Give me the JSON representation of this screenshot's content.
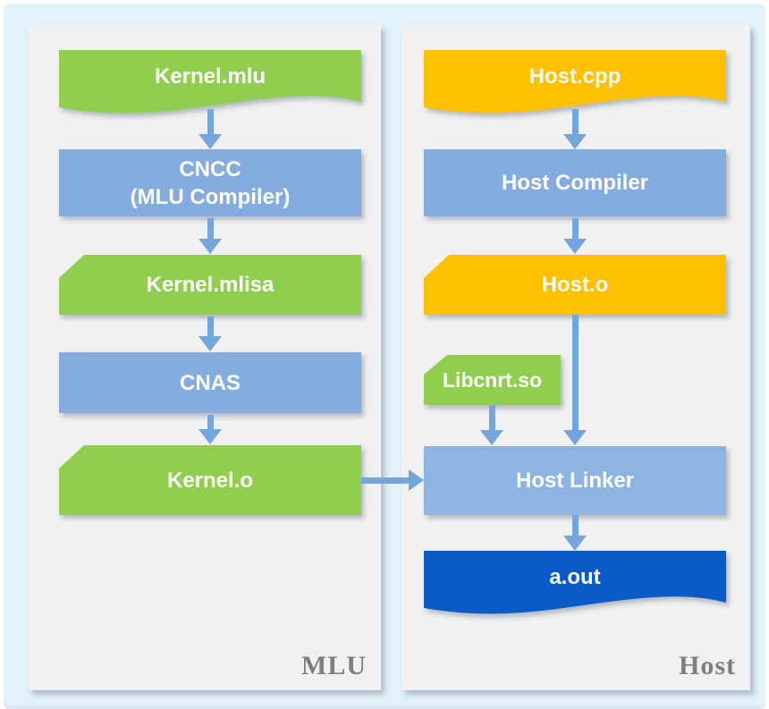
{
  "mlu": {
    "panel_label": "MLU",
    "nodes": {
      "kernel_mlu": "Kernel.mlu",
      "cncc_line1": "CNCC",
      "cncc_line2": "(MLU Compiler)",
      "kernel_mlisa": "Kernel.mlisa",
      "cnas": "CNAS",
      "kernel_o": "Kernel.o"
    }
  },
  "host": {
    "panel_label": "Host",
    "nodes": {
      "host_cpp": "Host.cpp",
      "host_compiler": "Host Compiler",
      "host_o": "Host.o",
      "libcnrt_so": "Libcnrt.so",
      "host_linker": "Host Linker",
      "a_out": "a.out"
    }
  },
  "colors": {
    "green": "#8FCE4E",
    "blue": "#84ACDE",
    "blue_light": "#8DB4E2",
    "orange": "#FFC000",
    "dark_blue": "#0A5BC6",
    "arrow": "#74A6DC",
    "panel": "#F1F1F1",
    "background": "#E3F1FB",
    "label_gray": "#7F7F7F"
  }
}
